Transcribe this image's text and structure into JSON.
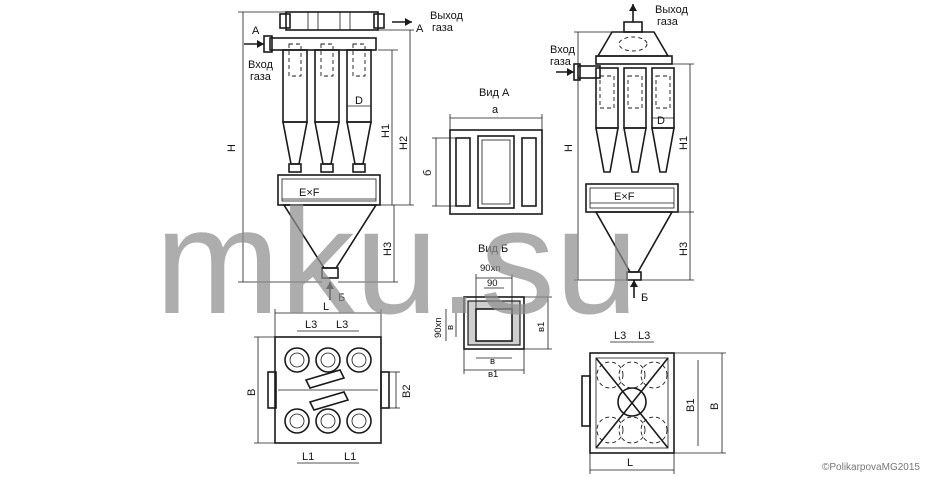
{
  "watermark": "mku.su",
  "copyright": "©PolikarpovaMG2015",
  "left_view": {
    "arrow_a_top": "A",
    "arrow_a_right": "A",
    "inlet": [
      "Вход",
      "газа"
    ],
    "outlet": [
      "Выход",
      "газа"
    ],
    "dim_h": "H",
    "dim_h1": "H1",
    "dim_h2": "H2",
    "dim_h3": "H3",
    "dim_d": "D",
    "flange": "E×F",
    "arrow_b": "Б"
  },
  "view_a": {
    "title": "Вид А",
    "dim_a": "а",
    "dim_b": "б"
  },
  "view_b": {
    "title": "Вид Б",
    "dim_90xn": "90хn",
    "dim_90": "90",
    "dim_90xn_side": "90хn",
    "dim_v": "в",
    "dim_v_bottom": "в",
    "dim_v1": "в1",
    "dim_v1_side": "в1"
  },
  "right_view": {
    "outlet": [
      "Выход",
      "газа"
    ],
    "inlet": [
      "Вход",
      "газа"
    ],
    "dim_h": "H",
    "dim_h1": "H1",
    "dim_h3": "H3",
    "dim_d": "D",
    "flange": "E×F",
    "arrow_b": "Б"
  },
  "plan_left": {
    "dim_l": "L",
    "dim_l3_a": "L3",
    "dim_l3_b": "L3",
    "dim_b": "B",
    "dim_b2": "B2",
    "dim_l1_a": "L1",
    "dim_l1_b": "L1"
  },
  "plan_right": {
    "dim_l3_a": "L3",
    "dim_l3_b": "L3",
    "dim_b": "B",
    "dim_b1": "B1",
    "dim_l": "L"
  }
}
